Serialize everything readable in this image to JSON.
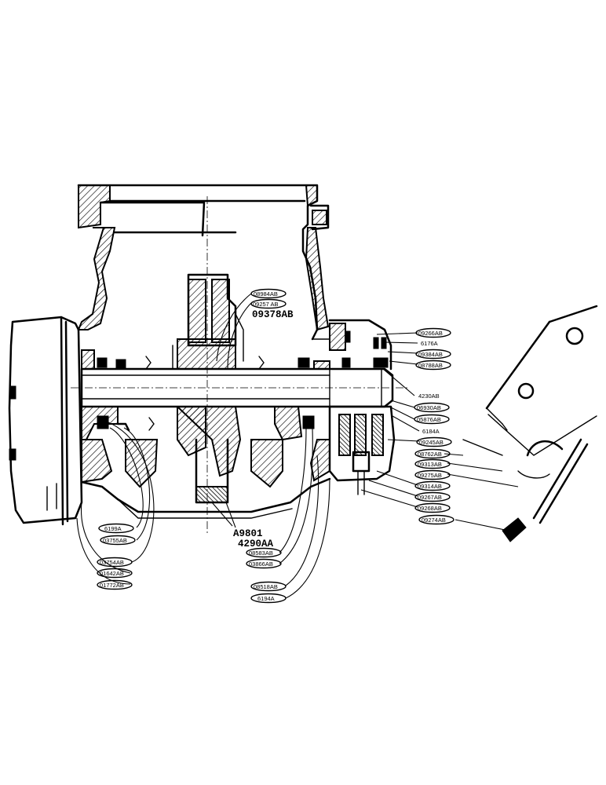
{
  "callouts_right": [
    {
      "id": "r1",
      "text": "09266AB"
    },
    {
      "id": "r2",
      "text": "6176A"
    },
    {
      "id": "r3",
      "text": "09384AB"
    },
    {
      "id": "r4",
      "text": "08788AB"
    },
    {
      "id": "r5",
      "text": "4230AB"
    },
    {
      "id": "r6",
      "text": "06930AB"
    },
    {
      "id": "r7",
      "text": "05876AB"
    },
    {
      "id": "r8",
      "text": "6184A"
    },
    {
      "id": "r9",
      "text": "09245AB"
    },
    {
      "id": "r10",
      "text": "08762AB"
    },
    {
      "id": "r11",
      "text": "09313AB"
    },
    {
      "id": "r12",
      "text": "09275AB"
    },
    {
      "id": "r13",
      "text": "09314AB"
    },
    {
      "id": "r14",
      "text": "09267AB"
    },
    {
      "id": "r15",
      "text": "09268AB"
    },
    {
      "id": "r16",
      "text": "09274AB"
    }
  ],
  "callouts_top": [
    {
      "id": "t1",
      "text": "08984AB"
    },
    {
      "id": "t2",
      "text": "09257 AB"
    }
  ],
  "callout_big_top": "09378AB",
  "callouts_bottom_center": [
    "A9801",
    "4290AA"
  ],
  "callouts_lower_left": [
    {
      "id": "l1",
      "text": "6199A"
    },
    {
      "id": "l2",
      "text": "03755AB"
    },
    {
      "id": "l3",
      "text": "03754AB"
    },
    {
      "id": "l4",
      "text": "01642AB"
    },
    {
      "id": "l5",
      "text": "01772AB"
    }
  ],
  "callouts_lower_mid": [
    {
      "id": "m1",
      "text": "08583AB"
    },
    {
      "id": "m2",
      "text": "03866AB"
    },
    {
      "id": "m3",
      "text": "08518AB"
    },
    {
      "id": "m4",
      "text": "6194A"
    }
  ],
  "colors": {
    "ink": "#000000",
    "paper": "#ffffff"
  }
}
